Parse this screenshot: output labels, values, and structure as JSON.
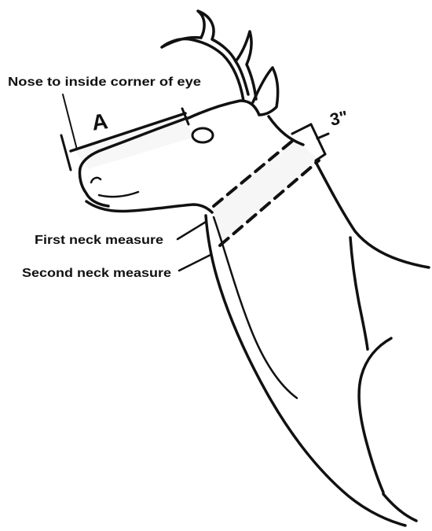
{
  "labels": {
    "nose_to_eye": "Nose to inside corner of eye",
    "first_neck": "First neck measure",
    "second_neck": "Second neck measure",
    "segment_a": "A",
    "band_width": "3\""
  },
  "colors": {
    "ink": "#111111",
    "band_fill": "#f6f6f6",
    "background": "#ffffff"
  }
}
